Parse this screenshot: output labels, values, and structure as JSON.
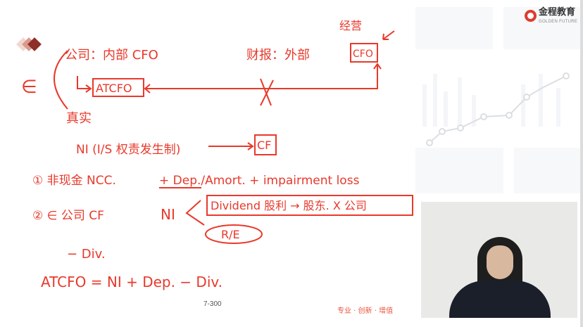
{
  "brand": {
    "name_cn": "金程教育",
    "name_en": "GOLDEN FUTURE"
  },
  "footer": {
    "page_number": "7-300",
    "slogan": "专业 · 创新 · 增值"
  },
  "annotations": {
    "line1_left": "公司：内部  CFO",
    "line1_right": "财报：外部",
    "operating": "经营",
    "cfo_box": "CFO",
    "e_symbol": "∈",
    "atcfo": "ATCFO",
    "real": "真实",
    "ni_line": "NI (I/S 权责发生制)",
    "cf_box": "CF",
    "item1": "① 非现金 NCC.",
    "item1_formula": "+ Dep./Amort. + impairment loss",
    "item2": "② ∈ 公司 CF",
    "ni": "NI",
    "dividend": "Dividend 股利 → 股东. X 公司",
    "re": "R/E",
    "minus_div": "− Div.",
    "formula": "ATCFO = NI + Dep. − Div."
  },
  "colors": {
    "ink": "#e8392b",
    "slogan": "#e8553f"
  }
}
